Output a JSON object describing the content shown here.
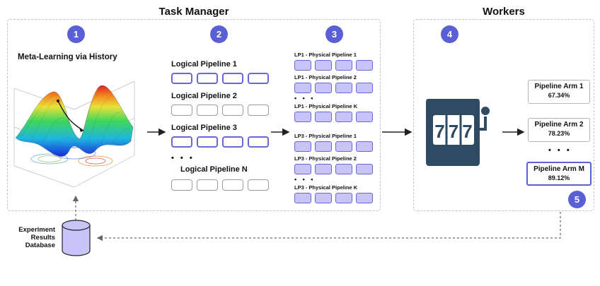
{
  "titles": {
    "task_manager": "Task Manager",
    "workers": "Workers"
  },
  "badges": [
    "1",
    "2",
    "3",
    "4",
    "5"
  ],
  "meta_learning_title": "Meta-Learning via History",
  "logical_pipelines": [
    {
      "label": "Logical Pipeline 1",
      "highlight": true
    },
    {
      "label": "Logical Pipeline 2",
      "highlight": false
    },
    {
      "label": "Logical Pipeline 3",
      "highlight": true
    },
    {
      "label": "Logical Pipeline N",
      "highlight": false
    }
  ],
  "ellipsis": "• • •",
  "physical_pipelines": [
    "LP1 - Physical Pipeline 1",
    "LP1 - Physical Pipeline 2",
    "LP1 - Physical Pipeline K",
    "LP3 - Physical Pipeline 1",
    "LP3 - Physical Pipeline 2",
    "LP3 - Physical Pipeline K"
  ],
  "slot_machine_digits": [
    "7",
    "7",
    "7"
  ],
  "arms": [
    {
      "label": "Pipeline Arm 1",
      "value": "67.34%"
    },
    {
      "label": "Pipeline Arm 2",
      "value": "78.23%"
    },
    {
      "label": "Pipeline Arm M",
      "value": "89.12%"
    }
  ],
  "database_label": [
    "Experiment",
    "Results",
    "Database"
  ],
  "colors": {
    "accent": "#5a5fd6",
    "box_fill": "#c8c4f7",
    "slot": "#2f4a63"
  }
}
